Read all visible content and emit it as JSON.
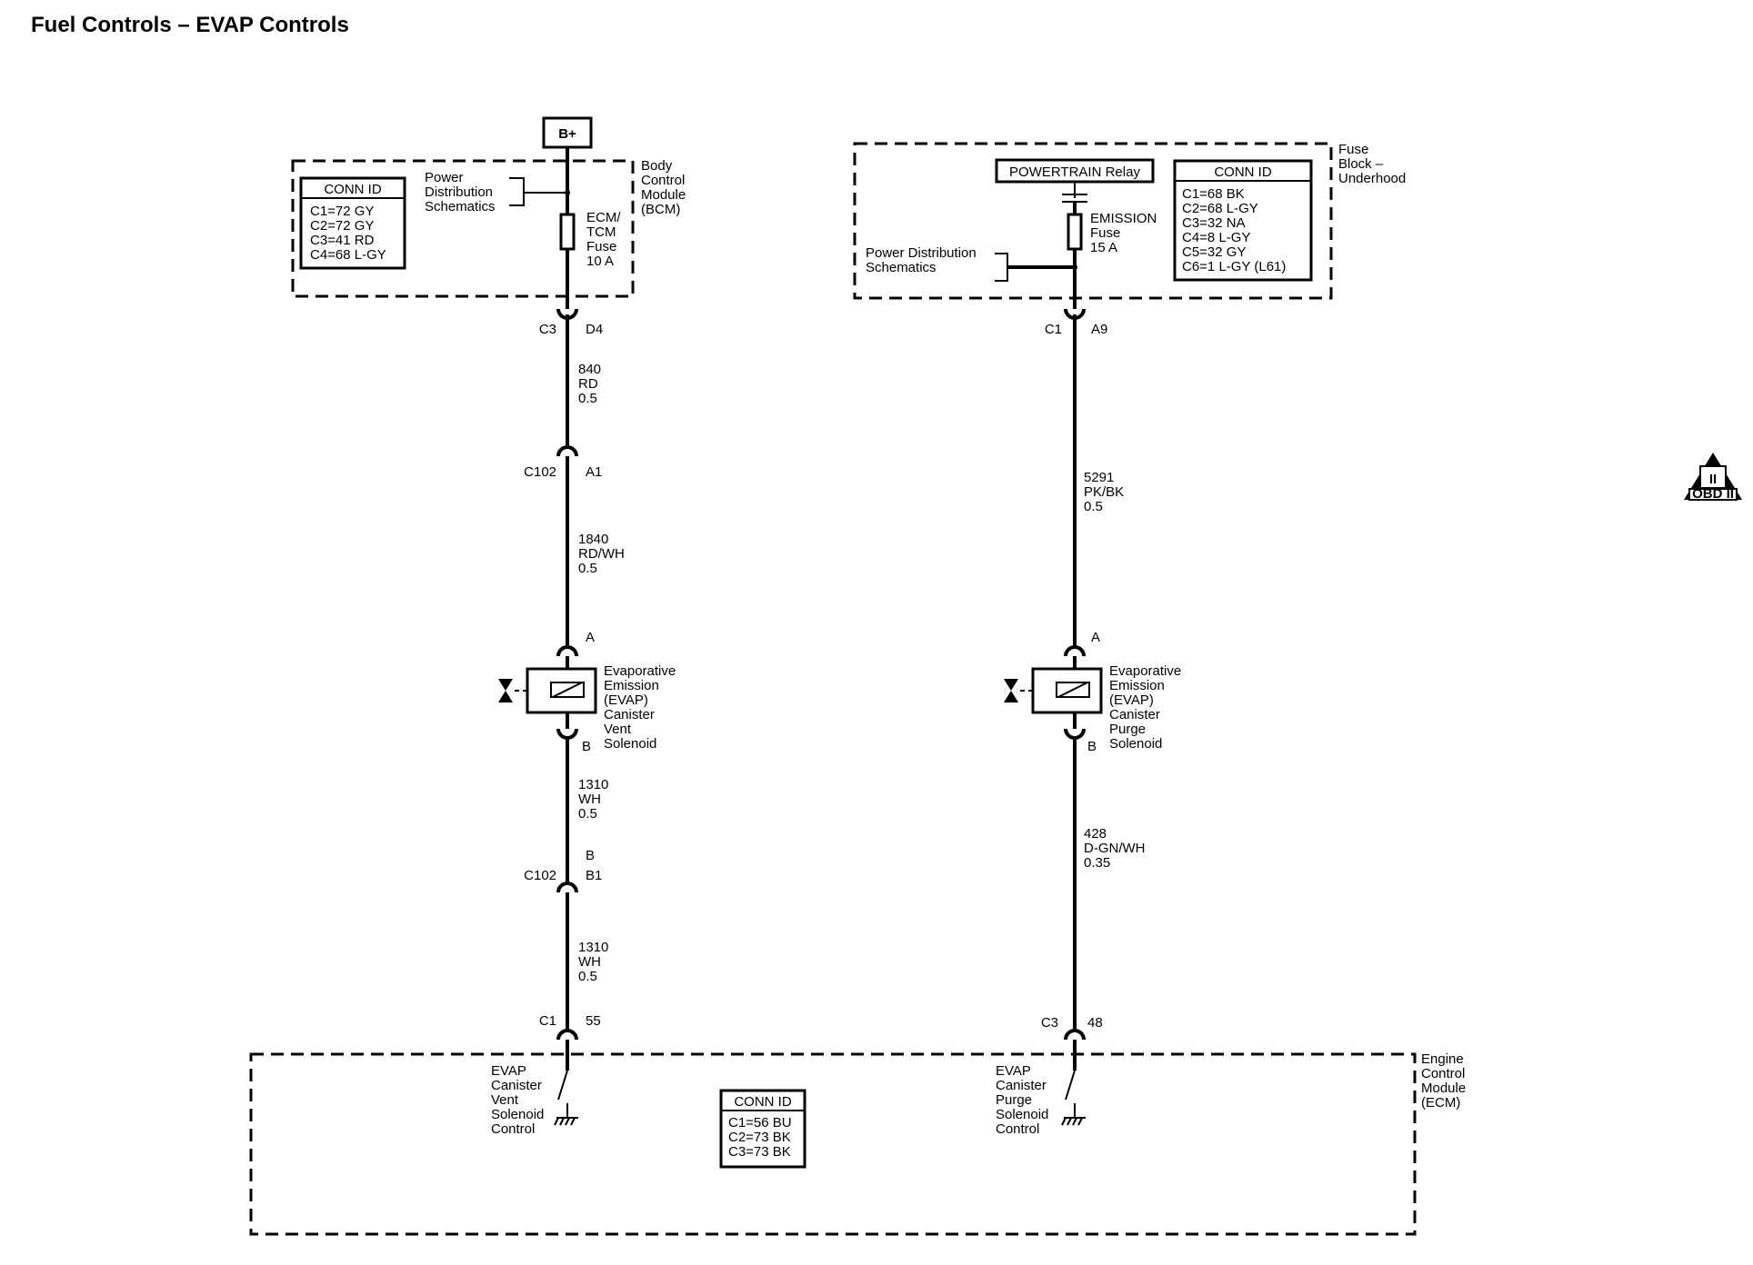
{
  "title": "Fuel Controls – EVAP Controls",
  "bplus": "B+",
  "obd_badge": {
    "symbol": "II",
    "label": "OBD II"
  },
  "bcm": {
    "label": [
      "Body",
      "Control",
      "Module",
      "(BCM)"
    ],
    "conn_title": "CONN ID",
    "conn_rows": [
      "C1=72 GY",
      "C2=72 GY",
      "C3=41 RD",
      "C4=68 L-GY"
    ],
    "power_ref": [
      "Power",
      "Distribution",
      "Schematics"
    ],
    "fuse": [
      "ECM/",
      "TCM",
      "Fuse",
      "10 A"
    ]
  },
  "fuse_block": {
    "label": [
      "Fuse",
      "Block –",
      "Underhood"
    ],
    "relay": "POWERTRAIN Relay",
    "conn_title": "CONN ID",
    "conn_rows": [
      "C1=68 BK",
      "C2=68 L-GY",
      "C3=32 NA",
      "C4=8 L-GY",
      "C5=32 GY",
      "C6=1 L-GY (L61)"
    ],
    "power_ref": [
      "Power Distribution",
      "Schematics"
    ],
    "fuse": [
      "EMISSION",
      "Fuse",
      "15 A"
    ]
  },
  "left_circuit": {
    "bcm_conn": {
      "id": "C3",
      "pin": "D4"
    },
    "wire1": [
      "840",
      "RD",
      "0.5"
    ],
    "c102_top": {
      "id": "C102",
      "pin": "A1"
    },
    "wire2": [
      "1840",
      "RD/WH",
      "0.5"
    ],
    "sol_pin_a": "A",
    "solenoid": [
      "Evaporative",
      "Emission",
      "(EVAP)",
      "Canister",
      "Vent",
      "Solenoid"
    ],
    "sol_pin_b": "B",
    "wire3": [
      "1310",
      "WH",
      "0.5"
    ],
    "c102_bottom": {
      "pin_top": "B",
      "id": "C102",
      "pin": "B1"
    },
    "wire4": [
      "1310",
      "WH",
      "0.5"
    ],
    "ecm_conn": {
      "id": "C1",
      "pin": "55"
    },
    "ecm_control": [
      "EVAP",
      "Canister",
      "Vent",
      "Solenoid",
      "Control"
    ]
  },
  "right_circuit": {
    "fb_conn": {
      "id": "C1",
      "pin": "A9"
    },
    "wire1": [
      "5291",
      "PK/BK",
      "0.5"
    ],
    "sol_pin_a": "A",
    "solenoid": [
      "Evaporative",
      "Emission",
      "(EVAP)",
      "Canister",
      "Purge",
      "Solenoid"
    ],
    "sol_pin_b": "B",
    "wire2": [
      "428",
      "D-GN/WH",
      "0.35"
    ],
    "ecm_conn": {
      "id": "C3",
      "pin": "48"
    },
    "ecm_control": [
      "EVAP",
      "Canister",
      "Purge",
      "Solenoid",
      "Control"
    ]
  },
  "ecm": {
    "label": [
      "Engine",
      "Control",
      "Module",
      "(ECM)"
    ],
    "conn_title": "CONN ID",
    "conn_rows": [
      "C1=56 BU",
      "C2=73 BK",
      "C3=73 BK"
    ]
  }
}
